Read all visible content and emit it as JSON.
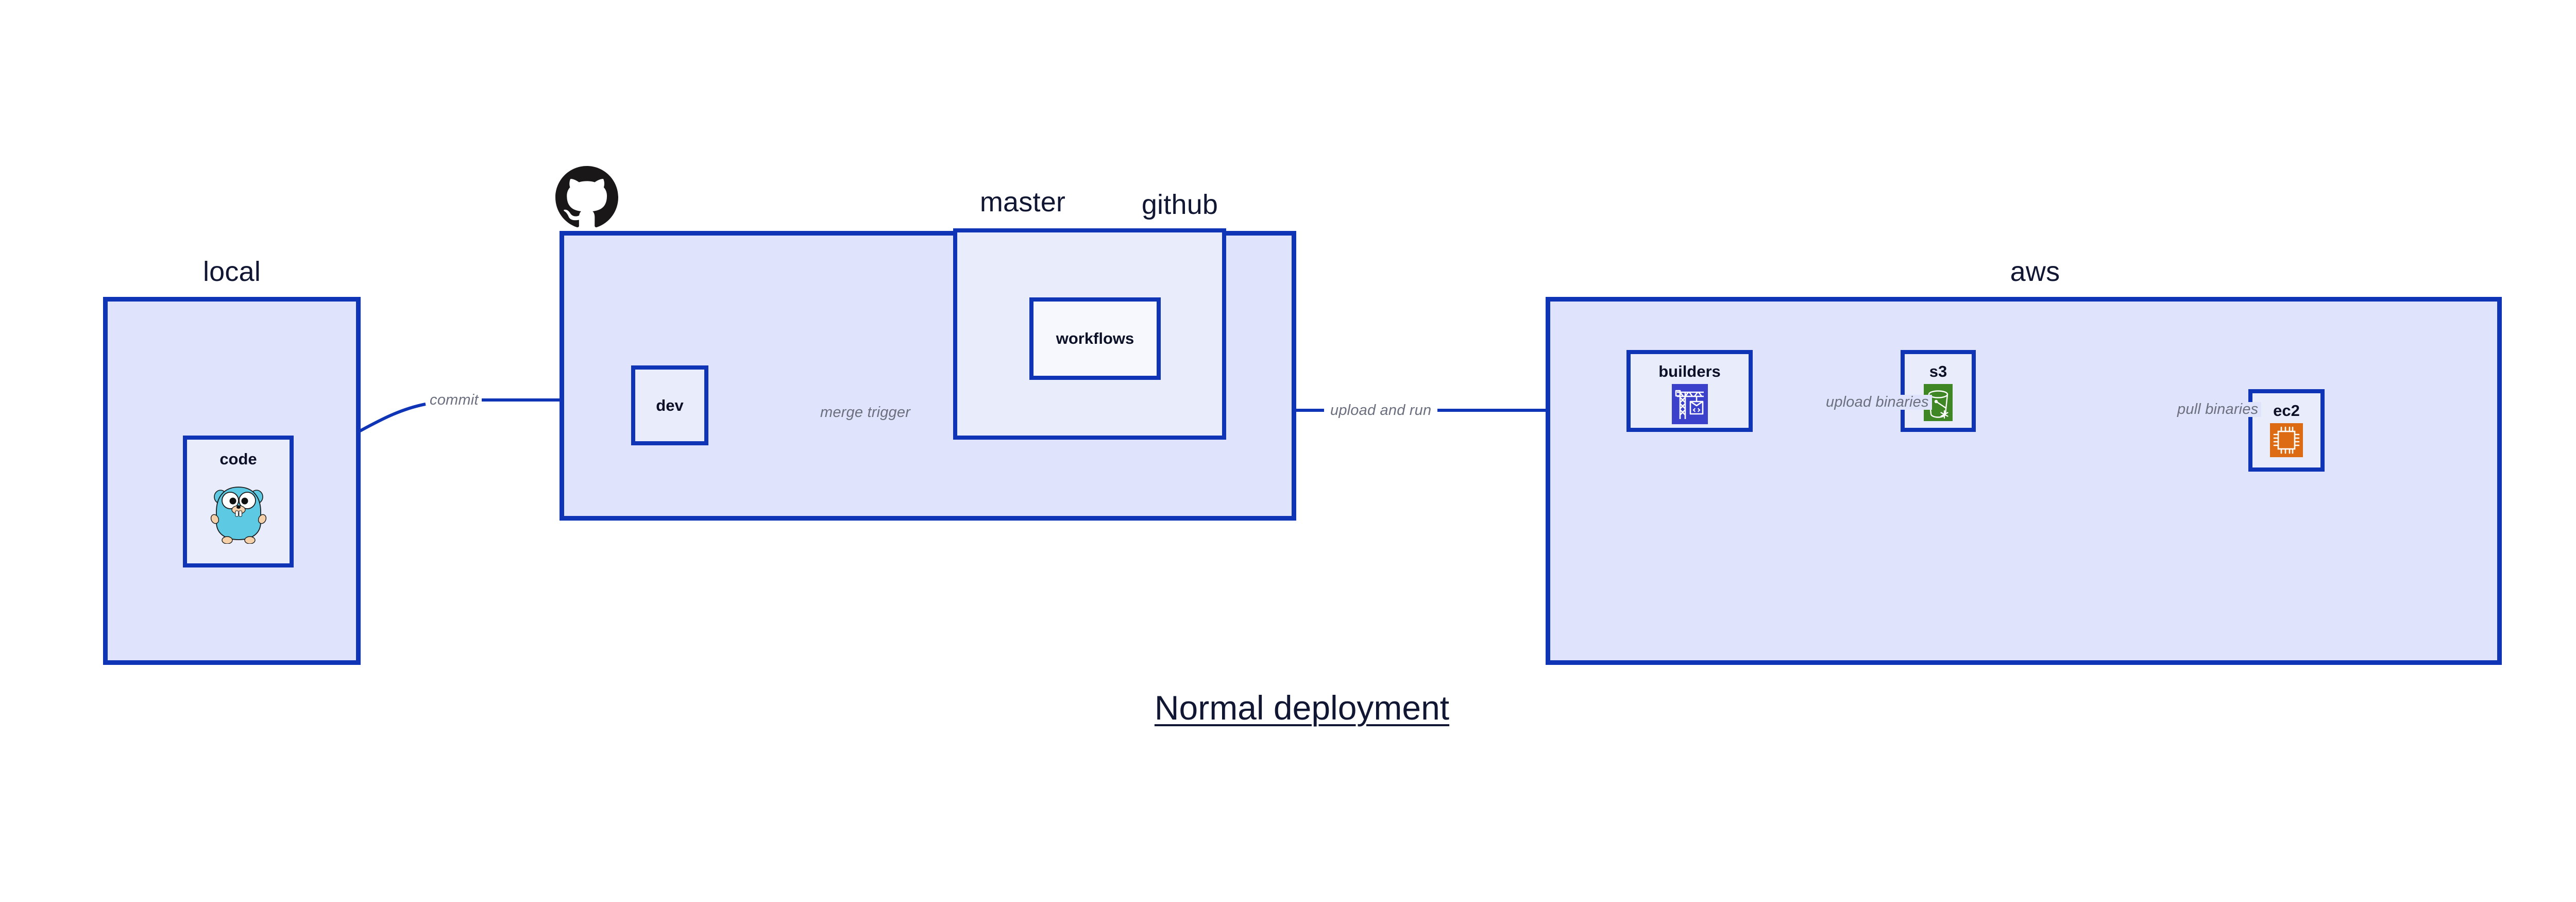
{
  "diagram": {
    "title": "Normal deployment",
    "background": "#ffffff",
    "accent_border": "#0f34b5",
    "group_fill": "#dfe4fc",
    "node_fill": "#e9edfb",
    "label_color": "#111733",
    "edge_label_color": "#6b6f7e"
  },
  "groups": [
    {
      "id": "local",
      "label": "local",
      "nodes": [
        {
          "id": "code",
          "label": "code",
          "icon": "go-gopher-icon",
          "icon_color": "#5dc9e2"
        }
      ]
    },
    {
      "id": "github",
      "label": "github",
      "logo": "github-octocat-icon",
      "logo_color": "#191717",
      "nodes": [
        {
          "id": "dev",
          "label": "dev",
          "icon": "none"
        }
      ],
      "subgroups": [
        {
          "id": "master",
          "label": "master",
          "nodes": [
            {
              "id": "workflows",
              "label": "workflows",
              "icon": "none"
            }
          ]
        }
      ]
    },
    {
      "id": "aws",
      "label": "aws",
      "nodes": [
        {
          "id": "builders",
          "label": "builders",
          "icon": "aws-codebuild-crane-icon",
          "icon_color": "#3c41cc"
        },
        {
          "id": "s3",
          "label": "s3",
          "icon": "aws-s3-bucket-icon",
          "icon_color": "#3f8624"
        },
        {
          "id": "ec2",
          "label": "ec2",
          "icon": "aws-ec2-chip-icon",
          "icon_color": "#dd6b14"
        }
      ]
    }
  ],
  "edges": [
    {
      "id": "commit",
      "label": "commit",
      "from": "code",
      "to": "dev"
    },
    {
      "id": "merge-trigger",
      "label": "merge trigger",
      "from": "dev",
      "to": "workflows"
    },
    {
      "id": "upload-and-run",
      "label": "upload and run",
      "from": "workflows",
      "to": "builders"
    },
    {
      "id": "upload-binaries",
      "label": "upload binaries",
      "from": "builders",
      "to": "s3"
    },
    {
      "id": "pull-binaries",
      "label": "pull binaries",
      "from": "s3",
      "to": "ec2"
    }
  ]
}
